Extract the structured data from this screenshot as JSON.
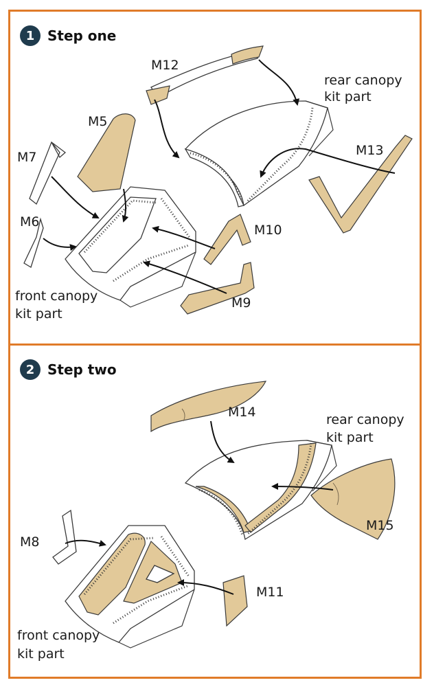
{
  "colors": {
    "frame": "#e07b29",
    "badge": "#1f3b4d",
    "mask_part": "#e2c999"
  },
  "steps": [
    {
      "number": "1",
      "title": "Step one",
      "labels": {
        "m12": "M12",
        "m5": "M5",
        "m7": "M7",
        "m6": "M6",
        "m13": "M13",
        "m10": "M10",
        "m9": "M9",
        "rear_line1": "rear canopy",
        "rear_line2": "kit part",
        "front_line1": "front canopy",
        "front_line2": "kit part"
      }
    },
    {
      "number": "2",
      "title": "Step two",
      "labels": {
        "m14": "M14",
        "m15": "M15",
        "m8": "M8",
        "m11": "M11",
        "rear_line1": "rear canopy",
        "rear_line2": "kit part",
        "front_line1": "front canopy",
        "front_line2": "kit part"
      }
    }
  ]
}
